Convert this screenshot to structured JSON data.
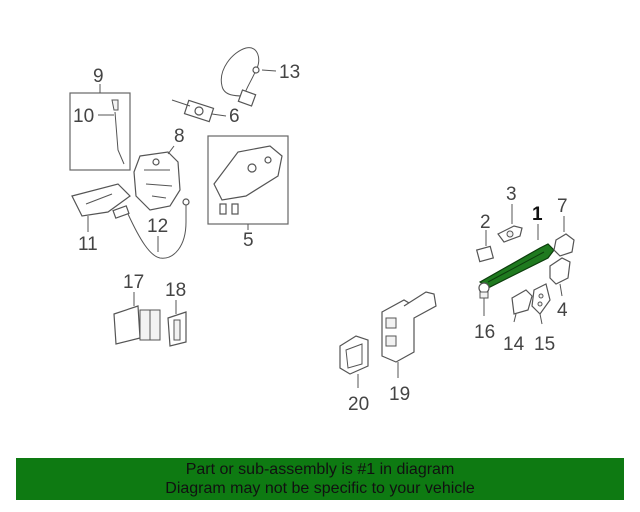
{
  "callouts": {
    "c1": "1",
    "c2": "2",
    "c3": "3",
    "c4": "4",
    "c5": "5",
    "c6": "6",
    "c7": "7",
    "c8": "8",
    "c9": "9",
    "c10": "10",
    "c11": "11",
    "c12": "12",
    "c13": "13",
    "c14": "14",
    "c15": "15",
    "c16": "16",
    "c17": "17",
    "c18": "18",
    "c19": "19",
    "c20": "20"
  },
  "banner": {
    "line1": "Part or sub-assembly is #1 in diagram",
    "line2": "Diagram may not be specific to your vehicle"
  },
  "colors": {
    "banner_background": "#0e7a12",
    "highlight_part": "#1f7a1f"
  }
}
